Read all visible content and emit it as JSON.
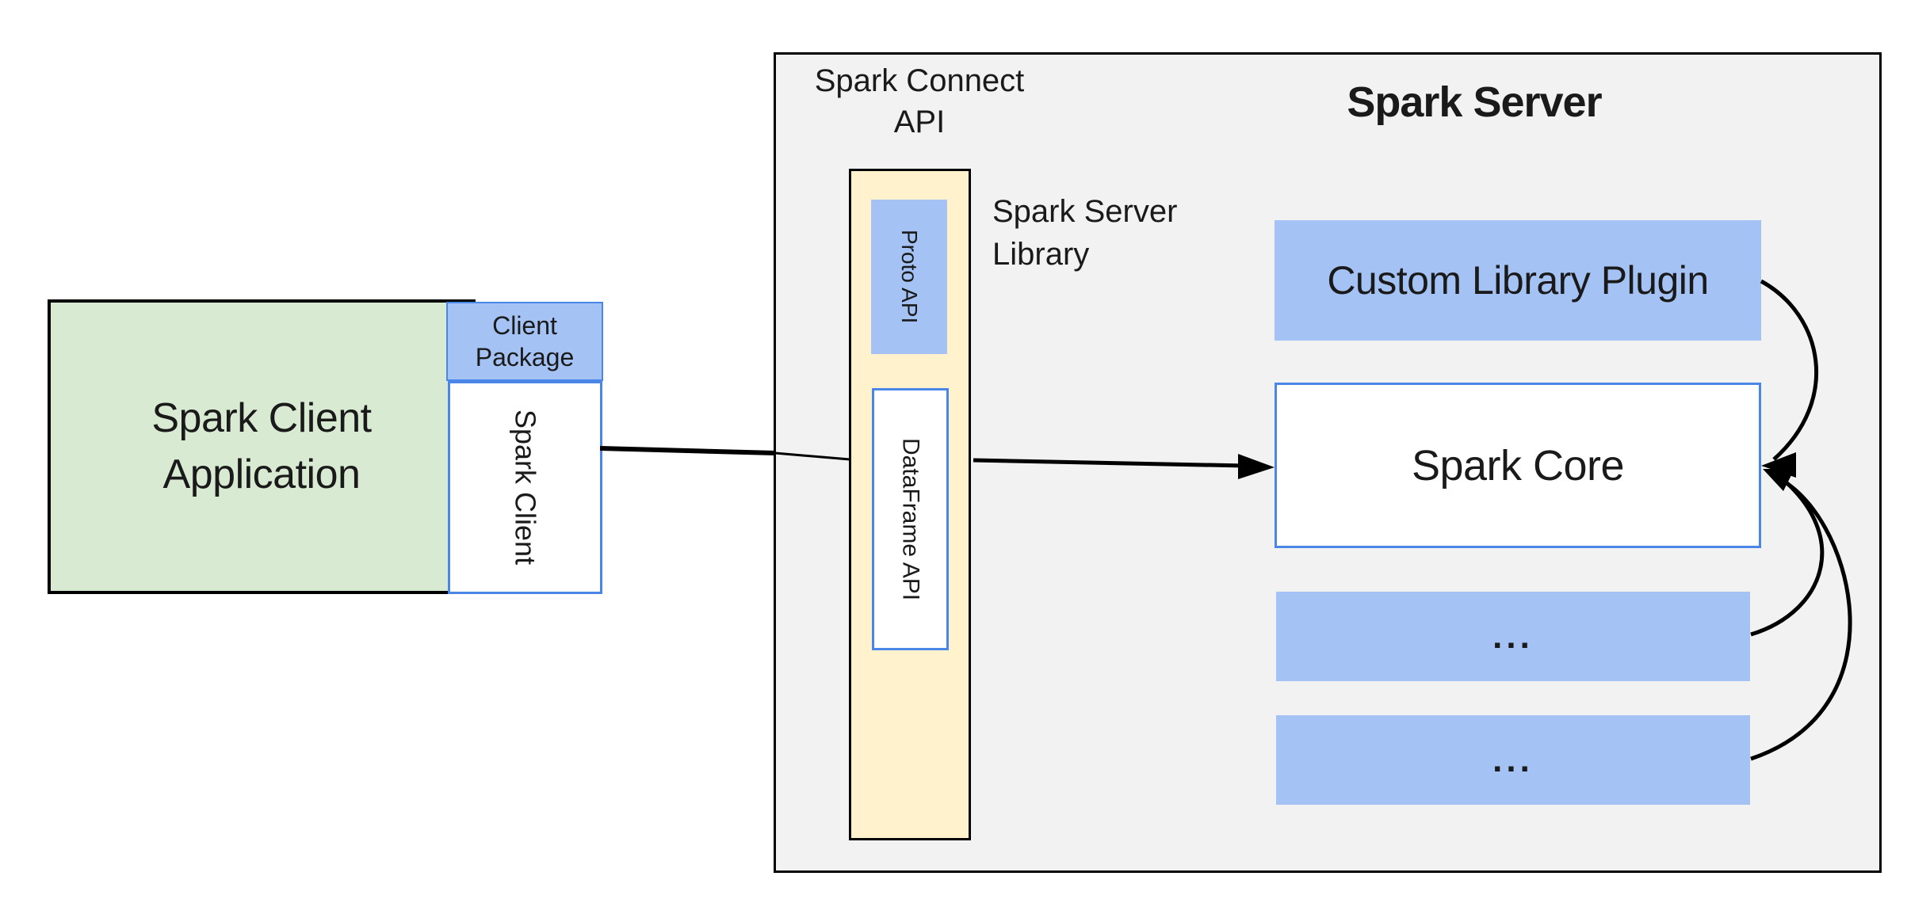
{
  "client": {
    "app_label": "Spark Client Application",
    "package_label_line1": "Client",
    "package_label_line2": "Package",
    "spark_client_label": "Spark Client"
  },
  "connect_api": {
    "title_line1": "Spark Connect",
    "title_line2": "API",
    "proto_label": "Proto API",
    "dataframe_label": "DataFrame API",
    "library_label_line1": "Spark Server",
    "library_label_line2": "Library"
  },
  "server": {
    "title": "Spark Server",
    "plugin_label": "Custom Library Plugin",
    "core_label": "Spark Core",
    "dots_box_1_label": "...",
    "dots_box_2_label": "..."
  },
  "arrows": [
    {
      "from": "spark-client-box",
      "to": "dataframe-api-box",
      "style": "straight"
    },
    {
      "from": "spark-connect-column",
      "to": "spark-core-box",
      "style": "straight-arrowhead"
    },
    {
      "from": "custom-library-plugin-box",
      "to": "spark-core-box",
      "style": "curved-arrowhead"
    },
    {
      "from": "dots-box-1",
      "to": "spark-core-box",
      "style": "curved-arrowhead"
    },
    {
      "from": "dots-box-2",
      "to": "spark-core-box",
      "style": "curved-arrowhead"
    }
  ],
  "colors": {
    "blue_fill": "#a4c2f4",
    "blue_border": "#4a86e8",
    "green_fill": "#d9ead3",
    "yellow_fill": "#fff2cc",
    "gray_fill": "#f2f2f2",
    "line_black": "#000000"
  }
}
